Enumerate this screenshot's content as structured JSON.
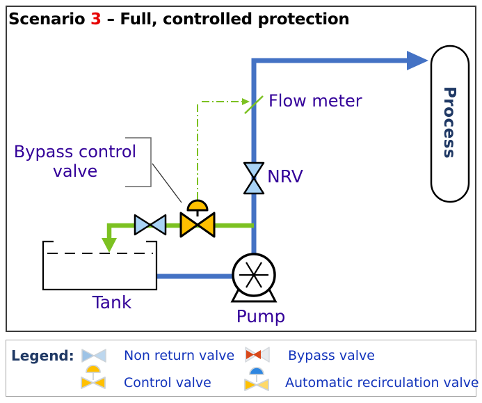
{
  "title": {
    "prefix": "Scenario ",
    "number": "3",
    "suffix": " – Full, controlled protection"
  },
  "diagram": {
    "labels": {
      "flow_meter": "Flow meter",
      "nrv": "NRV",
      "bypass_control_valve": "Bypass control valve",
      "tank": "Tank",
      "pump": "Pump",
      "process": "Process"
    },
    "symbols": [
      "flow-meter-icon",
      "nrv-valve-icon",
      "control-valve-icon",
      "bypass-isolation-valve-icon",
      "pump-icon",
      "tank-icon",
      "process-capsule",
      "signal-line",
      "bypass-pipe",
      "discharge-pipe"
    ]
  },
  "colors": {
    "pipe_blue": "#4472C4",
    "pipe_green": "#7CC121",
    "valve_blue": "#A9D3F5",
    "valve_yellow": "#FFC000",
    "label_indigo": "#330099",
    "label_navy": "#1F3864",
    "legend_blue": "#1233BB",
    "title_red": "#E60000",
    "bypass_red": "#D8481A",
    "recirc_dome_blue": "#2E86E0"
  },
  "legend": {
    "heading": "Legend:",
    "items": [
      {
        "icon": "non-return-valve-icon",
        "label": "Non return valve"
      },
      {
        "icon": "bypass-valve-icon",
        "label": "Bypass valve"
      },
      {
        "icon": "control-valve-icon",
        "label": "Control valve"
      },
      {
        "icon": "automatic-recirculation-valve-icon",
        "label": "Automatic recirculation valve"
      }
    ]
  }
}
